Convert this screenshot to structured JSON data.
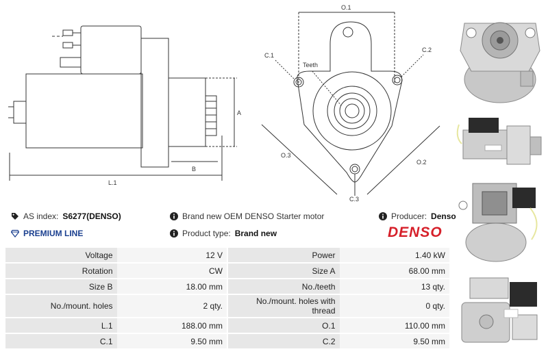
{
  "diagram": {
    "side_labels": {
      "a": "A",
      "b": "B",
      "l1": "L.1"
    },
    "front_labels": {
      "o1": "O.1",
      "o2": "O.2",
      "o3": "O.3",
      "c1_top": "C.1",
      "c2": "C.2",
      "c3": "C.3",
      "teeth": "Teeth"
    }
  },
  "info": {
    "as_index_label": "AS index:",
    "as_index_value": "S6277(DENSO)",
    "brand_new_text": "Brand new OEM DENSO Starter motor",
    "producer_label": "Producer:",
    "producer_value": "Denso",
    "premium_line": "PREMIUM LINE",
    "product_type_label": "Product type:",
    "product_type_value": "Brand new",
    "brand_logo": "DENSO"
  },
  "colors": {
    "brand_red": "#d6202a",
    "premium_blue": "#1a3f8f"
  },
  "icons": {
    "tag": "tag-icon",
    "info": "info-icon",
    "diamond": "diamond-icon"
  },
  "specs": [
    {
      "k1": "Voltage",
      "v1": "12 V",
      "k2": "Power",
      "v2": "1.40 kW"
    },
    {
      "k1": "Rotation",
      "v1": "CW",
      "k2": "Size A",
      "v2": "68.00 mm"
    },
    {
      "k1": "Size B",
      "v1": "18.00 mm",
      "k2": "No./teeth",
      "v2": "13 qty."
    },
    {
      "k1": "No./mount. holes",
      "v1": "2 qty.",
      "k2": "No./mount. holes with thread",
      "v2": "0 qty."
    },
    {
      "k1": "L.1",
      "v1": "188.00 mm",
      "k2": "O.1",
      "v2": "110.00 mm"
    },
    {
      "k1": "C.1",
      "v1": "9.50 mm",
      "k2": "C.2",
      "v2": "9.50 mm"
    }
  ]
}
